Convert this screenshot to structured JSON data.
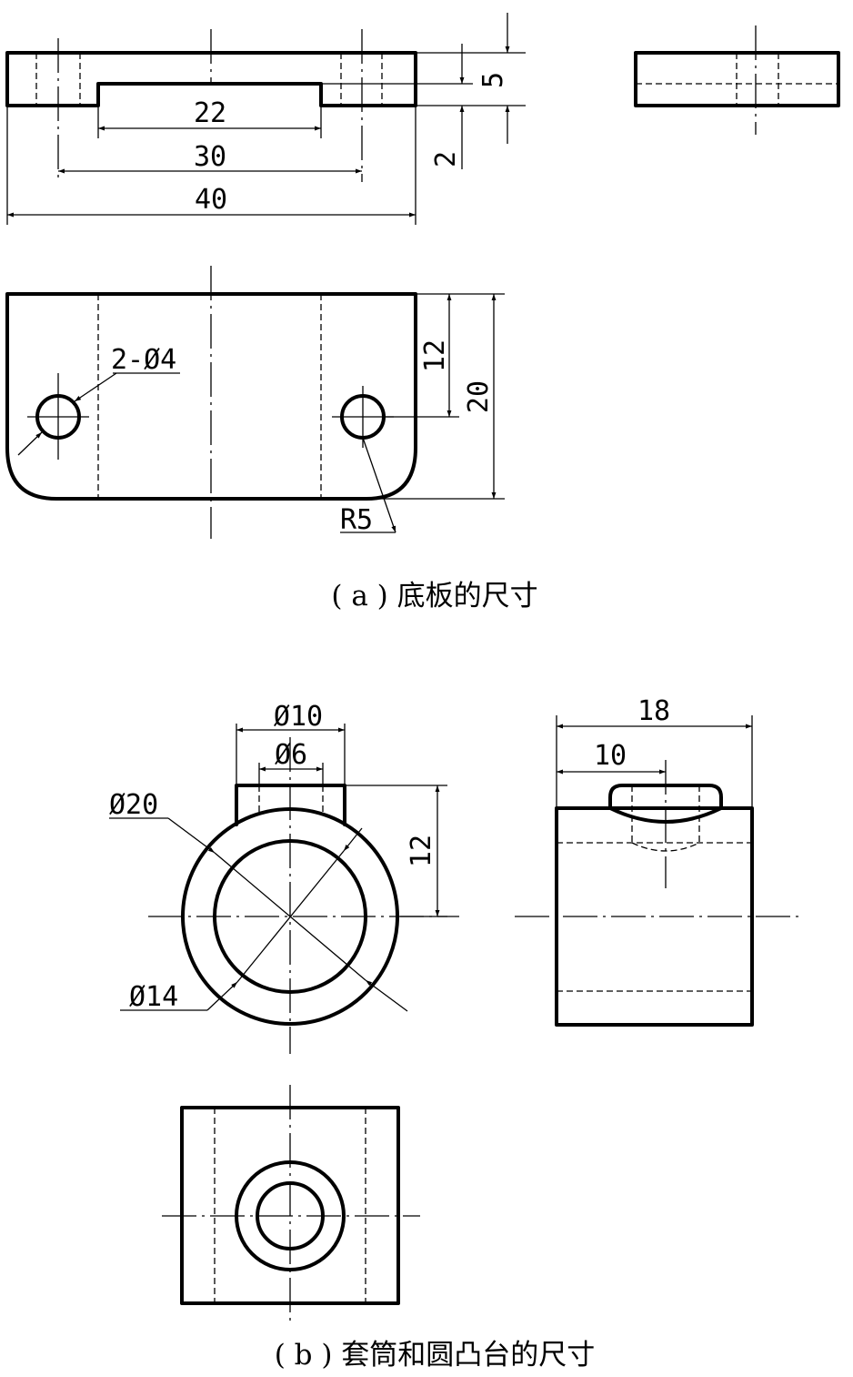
{
  "part_a": {
    "caption": "( a ) 底板的尺寸",
    "dims": {
      "width_22": "22",
      "width_30": "30",
      "width_40": "40",
      "height_5": "5",
      "height_2": "2",
      "holes": "2-Ø4",
      "height_12": "12",
      "height_20": "20",
      "radius": "R5"
    }
  },
  "part_b": {
    "caption": "( b ) 套筒和圆凸台的尺寸",
    "dims": {
      "dia_10": "Ø10",
      "dia_6": "Ø6",
      "dia_20": "Ø20",
      "dia_14": "Ø14",
      "height_12": "12",
      "width_18": "18",
      "width_10": "10"
    }
  }
}
